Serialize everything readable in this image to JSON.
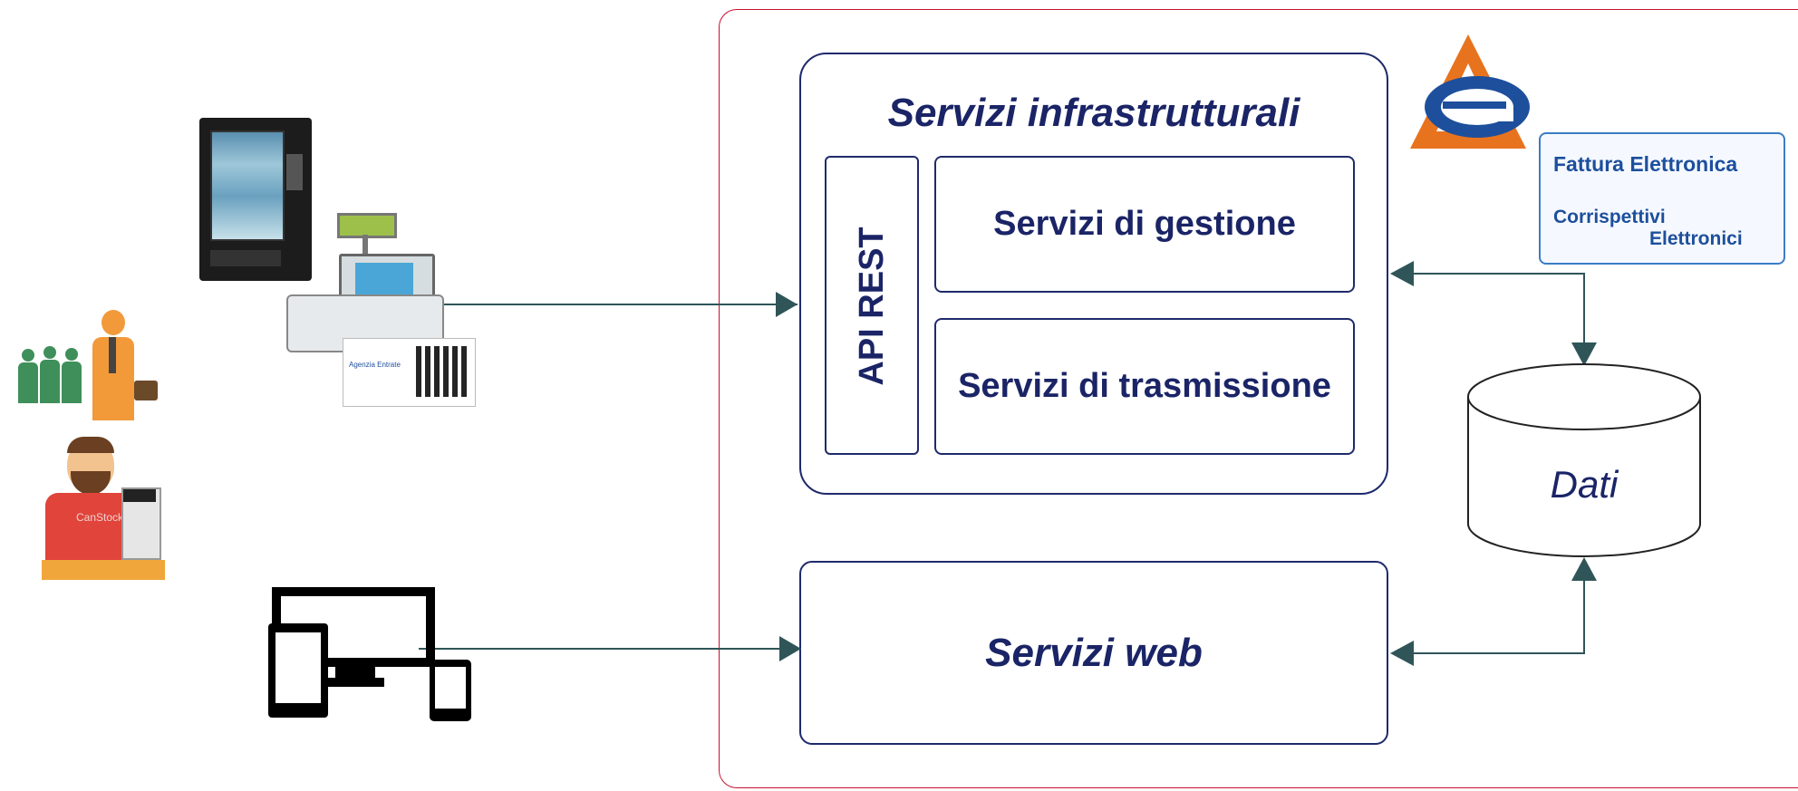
{
  "diagram": {
    "infra_title": "Servizi infrastrutturali",
    "api_label": "API REST",
    "gestione_label": "Servizi di gestione",
    "trasmissione_label": "Servizi di trasmissione",
    "web_label": "Servizi web",
    "db_label": "Dati"
  },
  "logos": {
    "fattura": "Fattura Elettronica",
    "corrispettivi_line1": "Corrispettivi",
    "corrispettivi_line2": "Elettronici",
    "receipt_brand": "Agenzia Entrate",
    "stock_watermark": "CanStock"
  },
  "colors": {
    "box_border": "#1f2a6b",
    "text": "#1a2466",
    "arrow": "#2f5558",
    "frame": "#c8102e",
    "brand_orange": "#e8731e",
    "brand_blue": "#1d4f9c"
  }
}
